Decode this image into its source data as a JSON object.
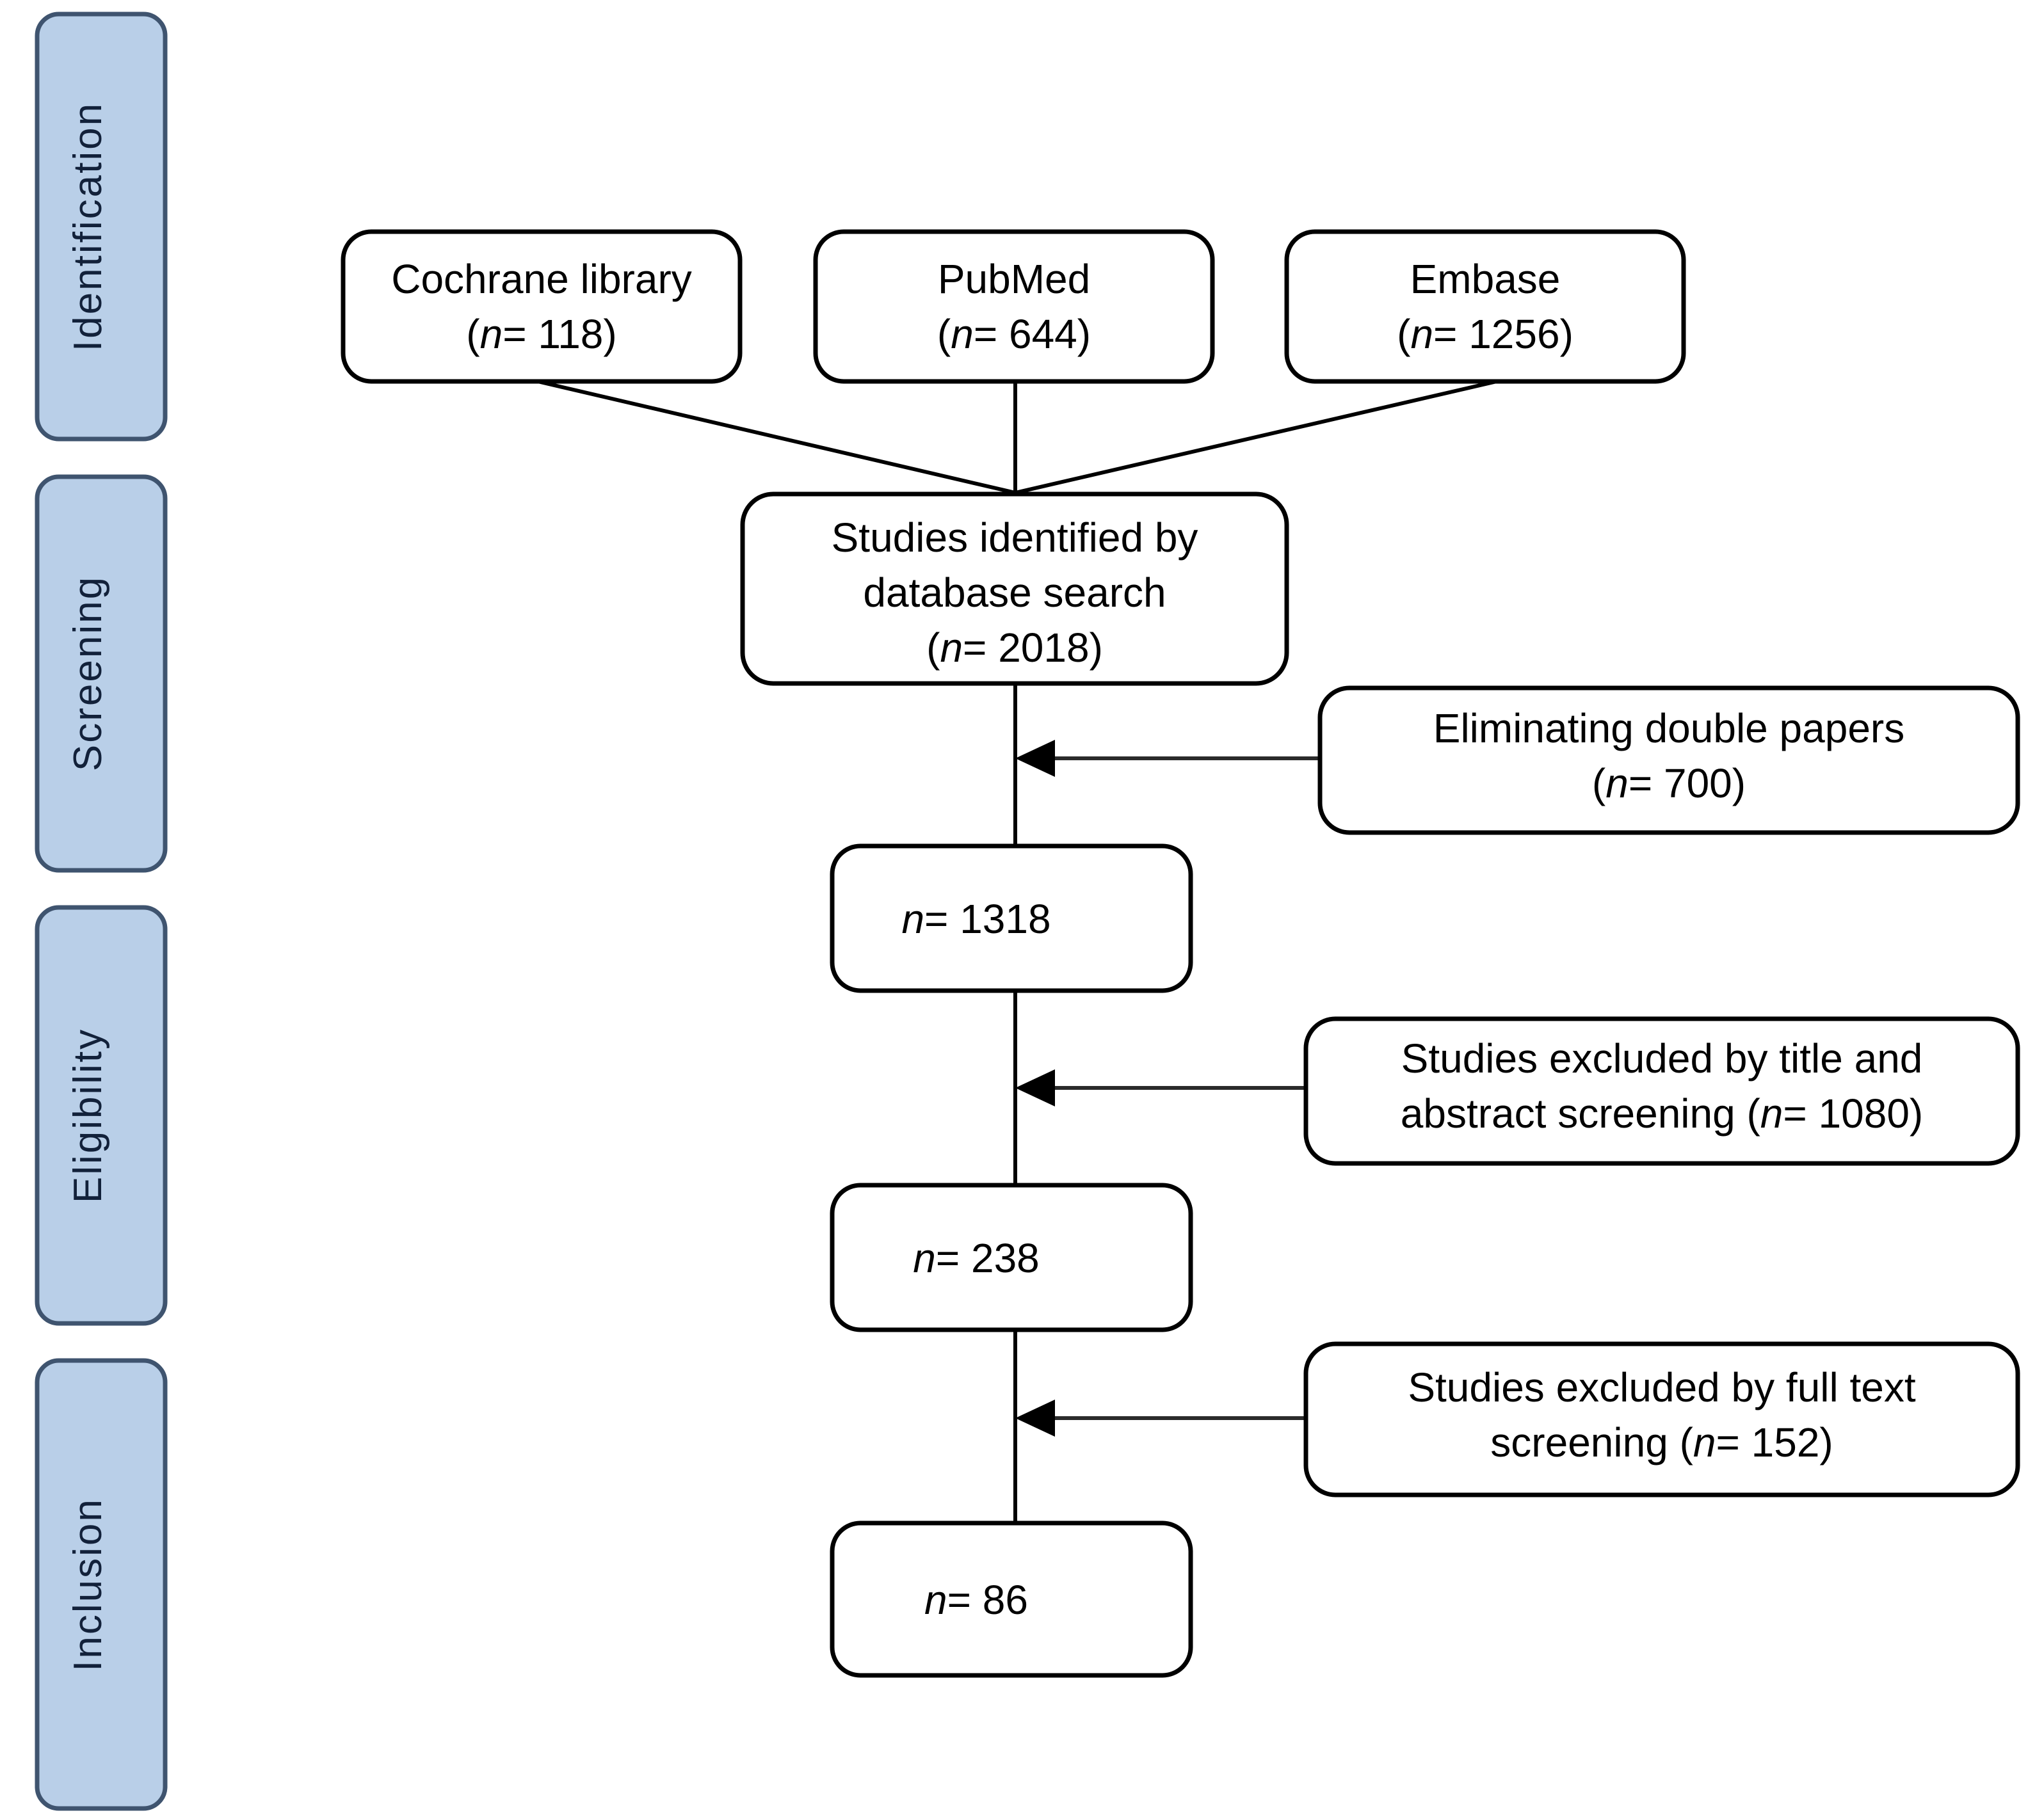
{
  "figure": {
    "type": "prisma-flow-diagram",
    "title": "PRISMA study selection flow diagram",
    "background_color": "#ffffff",
    "stage_fill_color": "#b9cfe8",
    "stage_border_color": "#3f546f",
    "node_fill_color": "#ffffff",
    "node_border_color": "#000000"
  },
  "stages": [
    {
      "id": "identification",
      "label": "Identification"
    },
    {
      "id": "screening",
      "label": "Screening"
    },
    {
      "id": "eligibility",
      "label": "Eligibility"
    },
    {
      "id": "inclusion",
      "label": "Inclusion"
    }
  ],
  "sources": [
    {
      "id": "cochrane",
      "name": "Cochrane  library",
      "count_label": "(n= 118)",
      "n": 118
    },
    {
      "id": "pubmed",
      "name": "PubMed",
      "count_label": "(n= 644)",
      "n": 644
    },
    {
      "id": "embase",
      "name": "Embase",
      "count_label": "(n= 1256)",
      "n": 1256
    }
  ],
  "nodes": {
    "identified": {
      "line1": "Studies identified by",
      "line2": "database search",
      "count_label": "(n= 2018)",
      "n": 2018
    },
    "after_dedup": {
      "count_label": "n= 1318",
      "n": 1318
    },
    "after_title_abstract": {
      "count_label": "n= 238",
      "n": 238
    },
    "included": {
      "count_label": "n= 86",
      "n": 86
    }
  },
  "exclusions": [
    {
      "id": "duplicates",
      "line1": "Eliminating double papers",
      "line2": "(n= 700)",
      "n": 700
    },
    {
      "id": "title-abstract",
      "line1": "Studies excluded by title and",
      "line2": "abstract screening (n= 1080)",
      "n": 1080
    },
    {
      "id": "full-text",
      "line1": "Studies excluded by full text",
      "line2": "screening (n= 152)",
      "n": 152
    }
  ],
  "chart_data": {
    "type": "diagram",
    "title": "PRISMA study selection flow",
    "stages": [
      "Identification",
      "Screening",
      "Eligibility",
      "Inclusion"
    ],
    "records_identified": {
      "Cochrane library": 118,
      "PubMed": 644,
      "Embase": 1256,
      "total": 2018
    },
    "excluded": {
      "duplicates": 700,
      "title_and_abstract_screening": 1080,
      "full_text_screening": 152
    },
    "remaining_after_step": {
      "after_duplicates": 1318,
      "after_title_abstract": 238,
      "included": 86
    }
  }
}
